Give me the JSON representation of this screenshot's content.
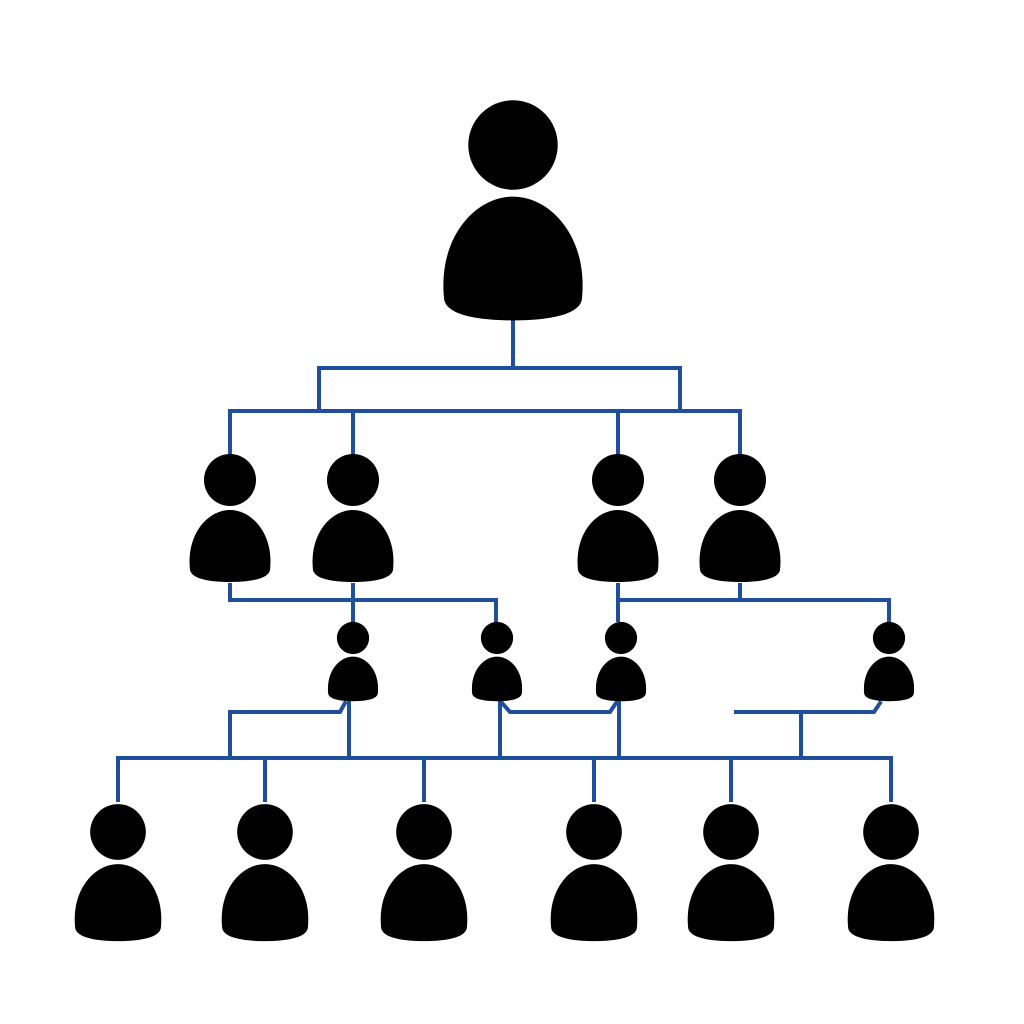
{
  "diagram": {
    "type": "org-chart",
    "levels": 4,
    "nodes": [
      {
        "id": "root",
        "level": 0,
        "icon": "person-icon"
      },
      {
        "id": "l1-a",
        "level": 1,
        "icon": "person-icon"
      },
      {
        "id": "l1-b",
        "level": 1,
        "icon": "person-icon"
      },
      {
        "id": "l1-c",
        "level": 1,
        "icon": "person-icon"
      },
      {
        "id": "l1-d",
        "level": 1,
        "icon": "person-icon"
      },
      {
        "id": "l2-a",
        "level": 2,
        "icon": "person-icon"
      },
      {
        "id": "l2-b",
        "level": 2,
        "icon": "person-icon"
      },
      {
        "id": "l2-c",
        "level": 2,
        "icon": "person-icon"
      },
      {
        "id": "l2-d",
        "level": 2,
        "icon": "person-icon"
      },
      {
        "id": "l3-a",
        "level": 3,
        "icon": "person-icon"
      },
      {
        "id": "l3-b",
        "level": 3,
        "icon": "person-icon"
      },
      {
        "id": "l3-c",
        "level": 3,
        "icon": "person-icon"
      },
      {
        "id": "l3-d",
        "level": 3,
        "icon": "person-icon"
      },
      {
        "id": "l3-e",
        "level": 3,
        "icon": "person-icon"
      },
      {
        "id": "l3-f",
        "level": 3,
        "icon": "person-icon"
      }
    ]
  },
  "colors": {
    "background": "#ffffff",
    "person": "#000000",
    "connector": "#1f4e9a"
  }
}
